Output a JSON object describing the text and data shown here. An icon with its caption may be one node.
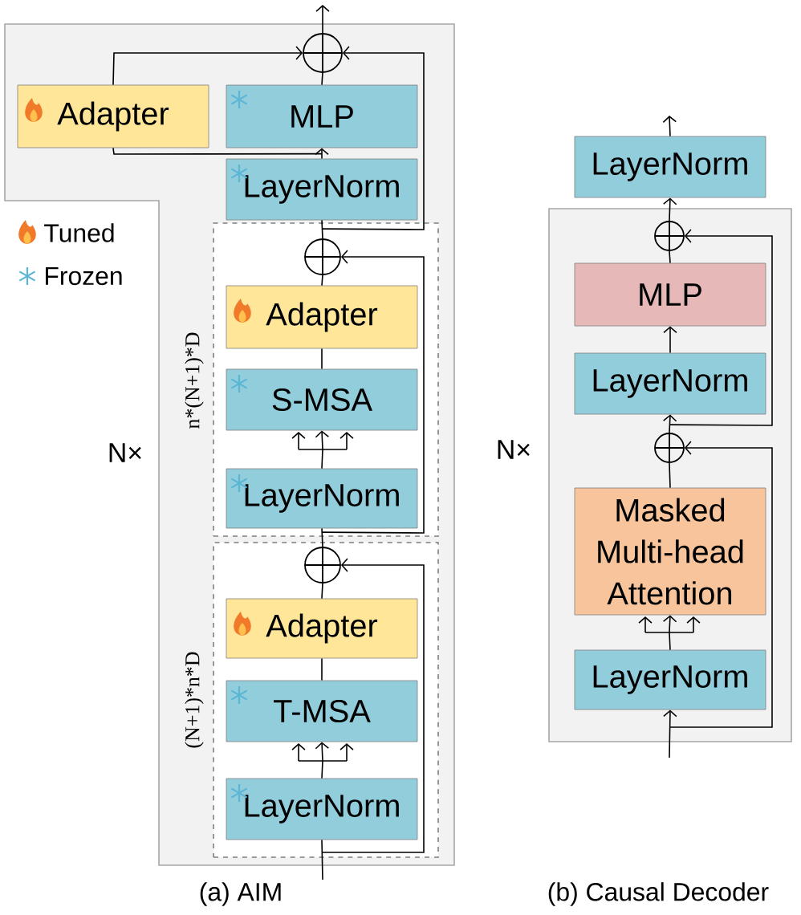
{
  "diagram": {
    "nodes": [
      {
        "text": [],
        "shape": "box",
        "beside": [
          "N×"
        ]
      },
      {
        "text": [
          "Adapter"
        ],
        "in": 0
      },
      {
        "text": [
          "MLP"
        ],
        "in": 0
      },
      {
        "text": [
          "LayerNorm"
        ],
        "in": 0
      },
      {
        "text": [],
        "shape": "circle",
        "in": 0
      },
      {
        "text": [],
        "shape": "box",
        "beside": [
          "n*(N+1)*D"
        ],
        "in": 0
      },
      {
        "text": [],
        "shape": "circle",
        "in": 5
      },
      {
        "text": [
          "Adapter"
        ],
        "in": 5
      },
      {
        "text": [
          "S-MSA"
        ],
        "in": 5
      },
      {
        "text": [
          "LayerNorm"
        ],
        "in": 5
      },
      {
        "text": [],
        "shape": "box",
        "beside": [
          "(N+1)*n*D"
        ],
        "in": 0
      },
      {
        "text": [],
        "shape": "circle",
        "in": 10
      },
      {
        "text": [
          "Adapter"
        ],
        "in": 10
      },
      {
        "text": [
          "T-MSA"
        ],
        "in": 10
      },
      {
        "text": [
          "LayerNorm"
        ],
        "in": 10
      },
      {
        "text": [
          "LayerNorm"
        ]
      },
      {
        "text": [],
        "shape": "box",
        "beside": [
          "N×"
        ]
      },
      {
        "text": [],
        "shape": "circle",
        "in": 16
      },
      {
        "text": [
          "MLP"
        ],
        "in": 16
      },
      {
        "text": [
          "LayerNorm"
        ],
        "in": 16
      },
      {
        "text": [],
        "shape": "circle",
        "in": 16
      },
      {
        "text": [
          "Masked Multi-head Attention"
        ],
        "in": 16
      },
      {
        "text": [
          "LayerNorm"
        ],
        "in": 16
      }
    ],
    "edges": [
      {
        "from": null,
        "to": 14,
        "arrow": "none"
      },
      {
        "from": null,
        "to": 11,
        "arrow": "to"
      },
      {
        "from": 14,
        "to": 13,
        "arrow": "to"
      },
      {
        "from": 13,
        "to": 12,
        "arrow": "none"
      },
      {
        "from": 12,
        "to": 11,
        "arrow": "none"
      },
      {
        "from": 11,
        "to": 9,
        "arrow": "none"
      },
      {
        "from": 11,
        "to": 6,
        "arrow": "to"
      },
      {
        "from": 9,
        "to": 8,
        "arrow": "to"
      },
      {
        "from": 8,
        "to": 7,
        "arrow": "none"
      },
      {
        "from": 7,
        "to": 6,
        "arrow": "none"
      },
      {
        "from": 6,
        "to": 3,
        "arrow": "none"
      },
      {
        "from": 6,
        "to": 4,
        "arrow": "to"
      },
      {
        "from": 3,
        "to": 2,
        "arrow": "to"
      },
      {
        "from": 3,
        "to": 1,
        "arrow": "none"
      },
      {
        "from": 1,
        "to": 4,
        "arrow": "to"
      },
      {
        "from": 2,
        "to": 4,
        "arrow": "none"
      },
      {
        "from": 4,
        "to": null,
        "arrow": "to"
      },
      {
        "from": null,
        "to": 22,
        "arrow": "to"
      },
      {
        "from": null,
        "to": 20,
        "arrow": "to"
      },
      {
        "from": 22,
        "to": 21,
        "arrow": "to"
      },
      {
        "from": 21,
        "to": 20,
        "arrow": "none"
      },
      {
        "from": 20,
        "to": 19,
        "arrow": "to"
      },
      {
        "from": 20,
        "to": 17,
        "arrow": "to"
      },
      {
        "from": 19,
        "to": 18,
        "arrow": "to"
      },
      {
        "from": 18,
        "to": 17,
        "arrow": "none"
      },
      {
        "from": 17,
        "to": 15,
        "arrow": "to"
      },
      {
        "from": 15,
        "to": null,
        "arrow": "to"
      }
    ],
    "labels": [
      "(a) AIM",
      "(b) Causal Decoder"
    ],
    "legend": [
      {
        "text": "Tuned"
      },
      {
        "text": "Frozen"
      }
    ]
  }
}
